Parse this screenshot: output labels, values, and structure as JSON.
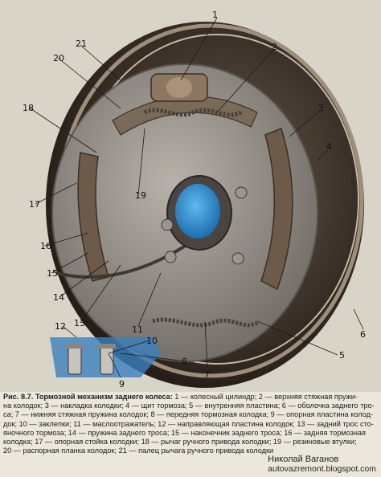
{
  "figure": {
    "callouts": [
      "1",
      "2",
      "3",
      "4",
      "5",
      "6",
      "7",
      "8",
      "9",
      "10",
      "11",
      "12",
      "13",
      "14",
      "15",
      "16",
      "17",
      "18",
      "19",
      "20",
      "21"
    ]
  },
  "caption": {
    "title": "Рис. 8.7. Тормозной механизм заднего колеса:",
    "lines": [
      " 1 — колесный цилиндр; 2 — верхняя стяжная пружи-",
      "на колодок; 3 — накладка колодки; 4 — щит тормоза; 5 — внутренняя пластина; 6 — оболочка заднего тро-",
      "са; 7 — нижняя стяжная пружина колодок; 8 — передняя тормозная колодка; 9 — опорная пластина колод-",
      "док; 10 — заклепки; 11 — маслоотражатель; 12 — направляющая пластина колодок; 13 — задний трос сто-",
      "яночного тормоза; 14 — пружина заднего троса; 15 — наконечник заднего троса; 16 — задняя тормозная",
      "колодка; 17 — опорная стойка колодки; 18 — рычаг ручного привода колодки; 19 — резиновые втулки;",
      "20 — распорная планка колодок; 21 — палец рычага ручного привода колодки"
    ]
  },
  "attribution": {
    "author": "Николай Ваганов",
    "blog": "autovazremont.blogspot.com"
  },
  "colors": {
    "drum_dark": "#3a3028",
    "drum_light": "#a89a88",
    "plate_metal": "#8e8a84",
    "hub_blue": "#2a8fd1",
    "lining": "#6e5a48",
    "inset_blue": "#3b7fbf"
  }
}
